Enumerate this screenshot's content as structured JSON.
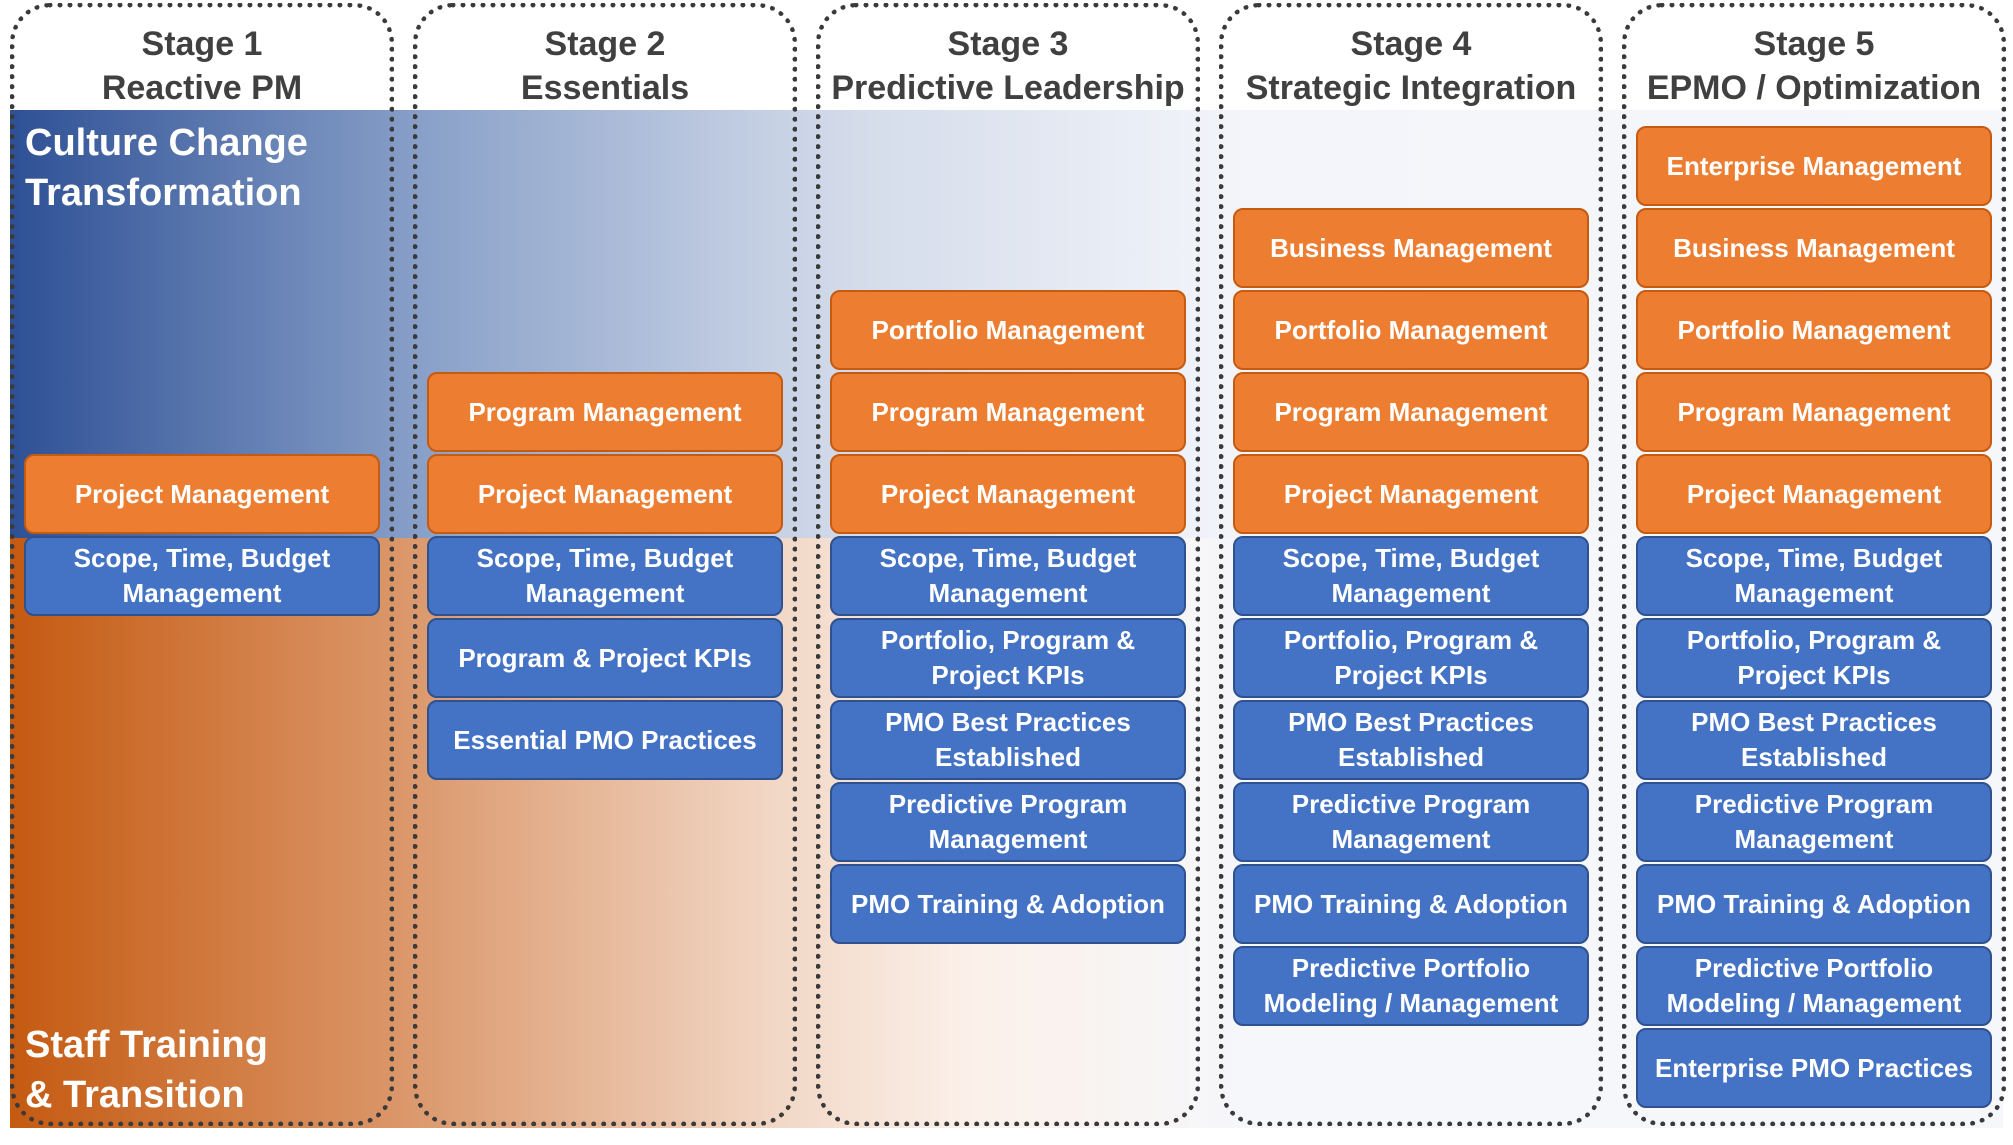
{
  "side_labels": {
    "top": [
      "Culture Change",
      "Transformation"
    ],
    "bottom": [
      "Staff Training",
      "& Transition"
    ]
  },
  "stages": [
    {
      "line1": "Stage 1",
      "line2": "Reactive PM",
      "orange": [
        "Project Management"
      ],
      "blue": [
        "Scope, Time, Budget Management"
      ]
    },
    {
      "line1": "Stage 2",
      "line2": "Essentials",
      "orange": [
        "Program Management",
        "Project Management"
      ],
      "blue": [
        "Scope, Time, Budget Management",
        "Program & Project KPIs",
        "Essential PMO Practices"
      ]
    },
    {
      "line1": "Stage 3",
      "line2": "Predictive Leadership",
      "orange": [
        "Portfolio Management",
        "Program Management",
        "Project Management"
      ],
      "blue": [
        "Scope, Time, Budget Management",
        "Portfolio, Program & Project KPIs",
        "PMO Best Practices Established",
        "Predictive Program Management",
        "PMO Training & Adoption"
      ]
    },
    {
      "line1": "Stage 4",
      "line2": "Strategic Integration",
      "orange": [
        "Business Management",
        "Portfolio Management",
        "Program Management",
        "Project Management"
      ],
      "blue": [
        "Scope, Time, Budget Management",
        "Portfolio, Program & Project KPIs",
        "PMO Best Practices Established",
        "Predictive Program Management",
        "PMO Training & Adoption",
        "Predictive Portfolio Modeling / Management"
      ]
    },
    {
      "line1": "Stage 5",
      "line2": "EPMO / Optimization",
      "orange": [
        "Enterprise Management",
        "Business Management",
        "Portfolio Management",
        "Program Management",
        "Project Management"
      ],
      "blue": [
        "Scope, Time, Budget Management",
        "Portfolio, Program & Project KPIs",
        "PMO Best Practices Established",
        "Predictive Program Management",
        "PMO Training & Adoption",
        "Predictive Portfolio Modeling / Management",
        "Enterprise PMO Practices"
      ]
    }
  ],
  "colors": {
    "orange": "#ed7d31",
    "blue": "#4472c4",
    "culture_gradient_start": "#2e5095",
    "training_gradient_start": "#c55a11"
  }
}
